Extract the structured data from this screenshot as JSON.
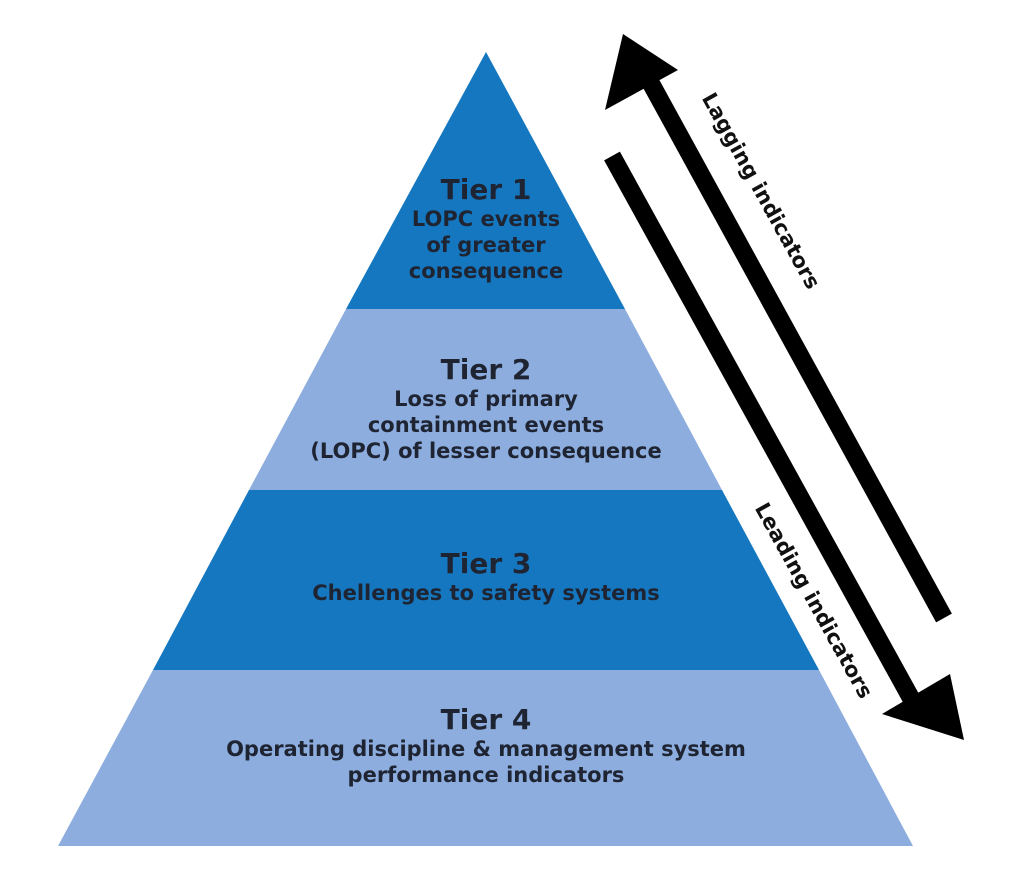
{
  "colors": {
    "dark_blue": "#1577bf",
    "light_blue": "#8cadde",
    "text": "#1f2433",
    "arrow": "#000000",
    "background": "#ffffff"
  },
  "tiers": [
    {
      "title": "Tier 1",
      "lines": [
        "LOPC events",
        "of greater",
        "consequence"
      ],
      "fill": "dark_blue"
    },
    {
      "title": "Tier 2",
      "lines": [
        "Loss of primary",
        "containment events",
        "(LOPC) of lesser consequence"
      ],
      "fill": "light_blue"
    },
    {
      "title": "Tier 3",
      "lines": [
        "Chellenges to safety systems"
      ],
      "fill": "dark_blue"
    },
    {
      "title": "Tier 4",
      "lines": [
        "Operating discipline & management system",
        "performance indicators"
      ],
      "fill": "light_blue"
    }
  ],
  "arrows": {
    "lagging_label": "Lagging indicators",
    "leading_label": "Leading indicators"
  }
}
